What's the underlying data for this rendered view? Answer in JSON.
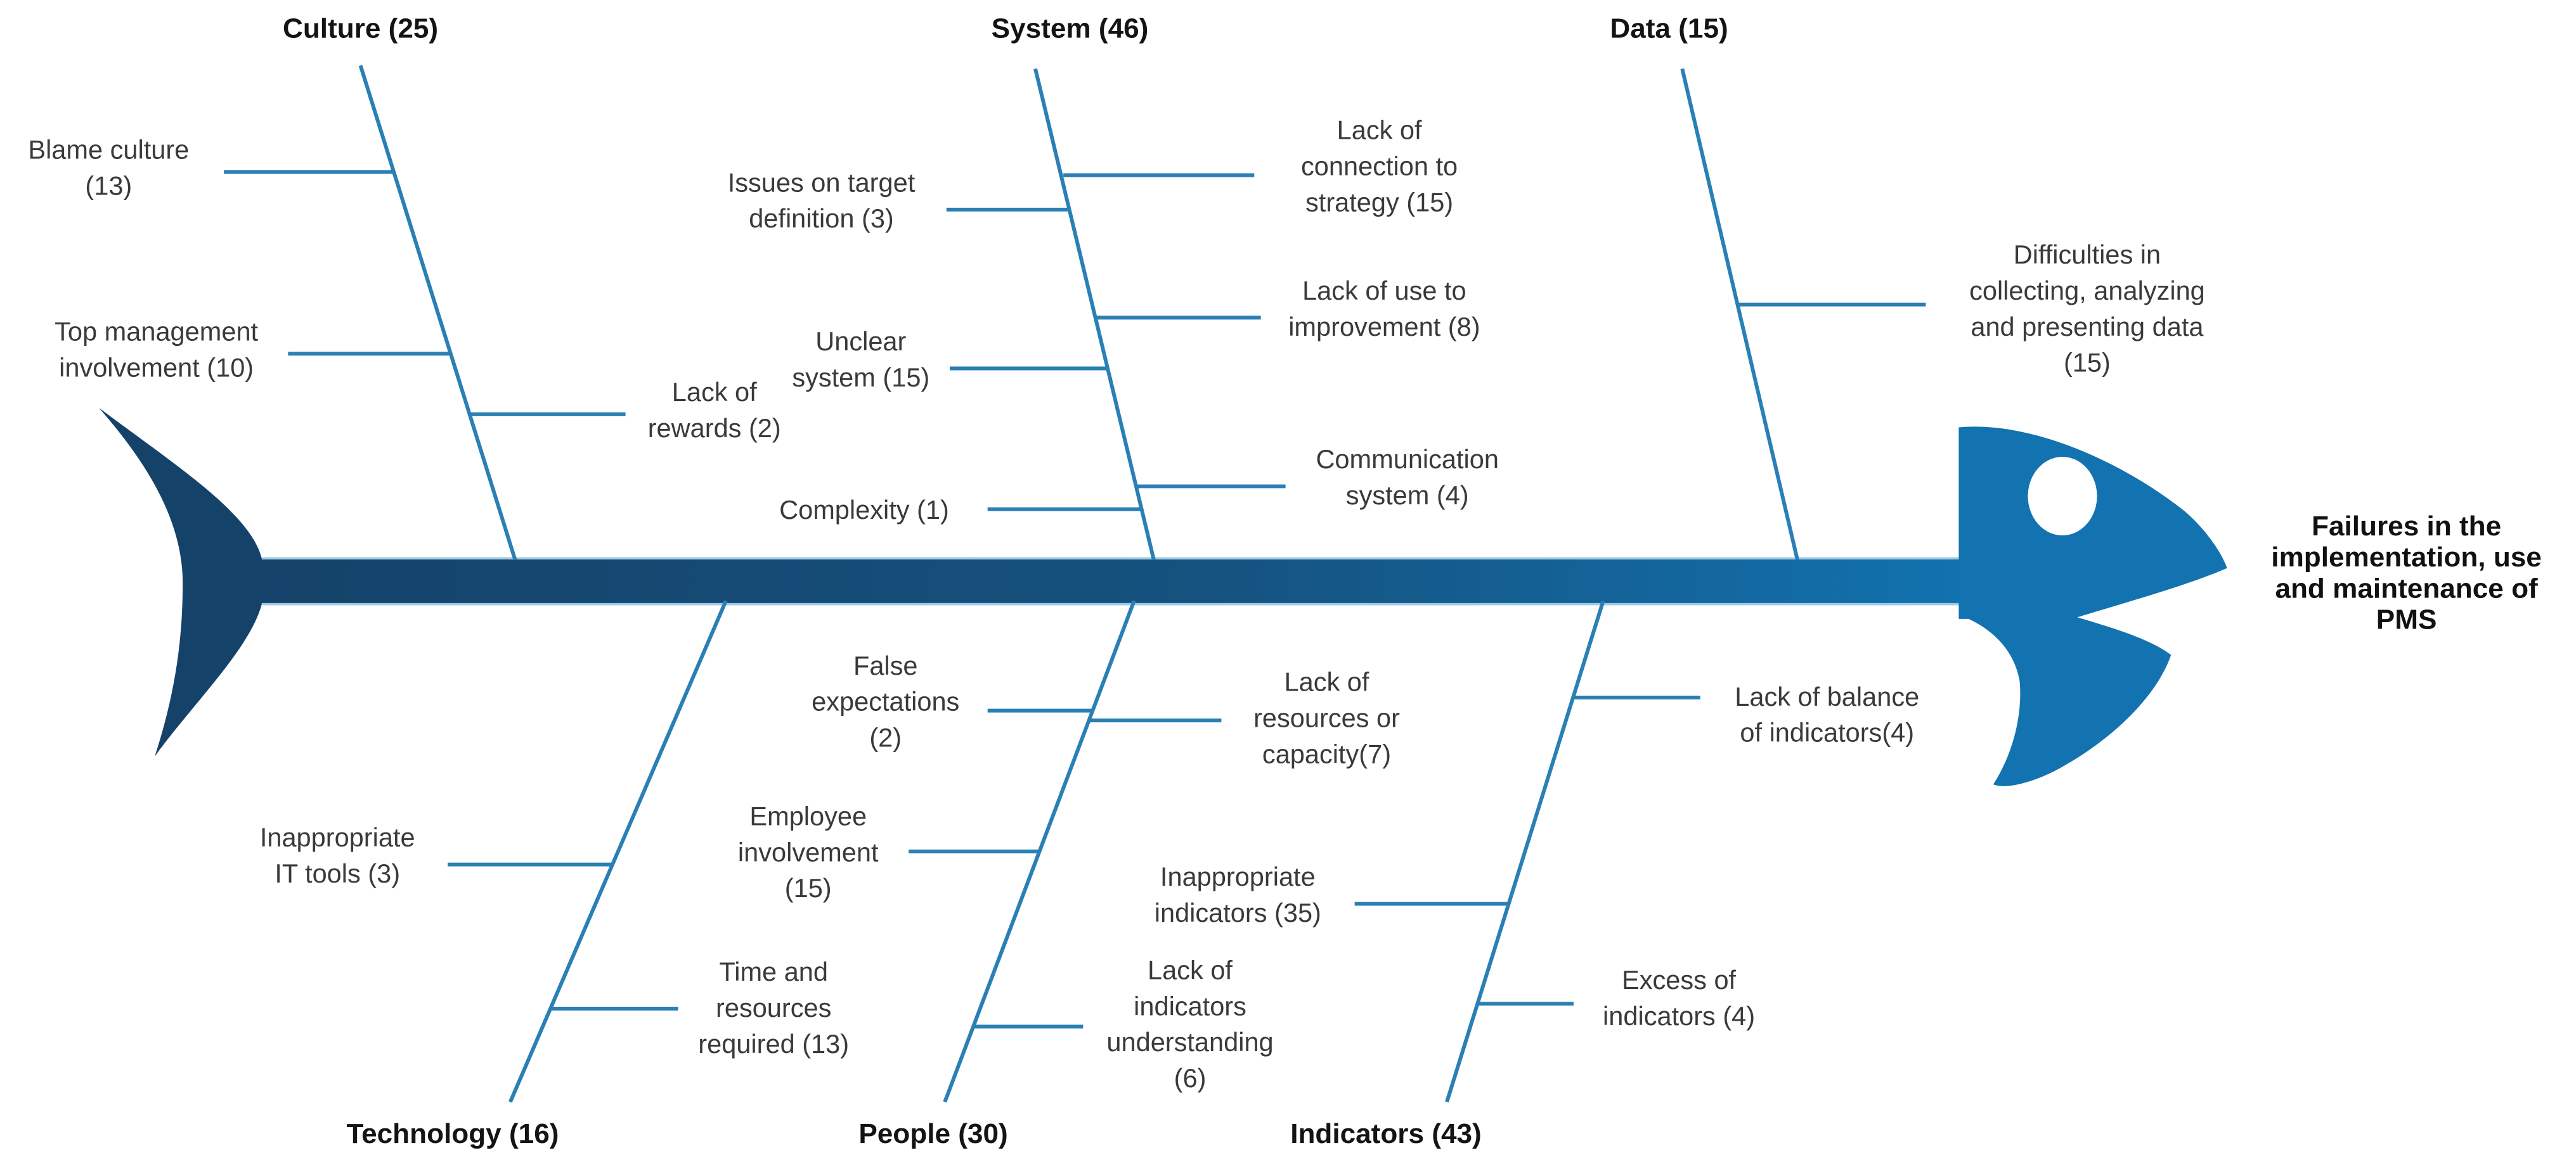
{
  "diagram": {
    "type": "fishbone",
    "effect": {
      "label": "Failures in the implementation, use and maintenance of PMS",
      "lines": [
        "Failures in the",
        "implementation, use",
        "and maintenance of",
        "PMS"
      ]
    },
    "colors": {
      "spine_dark": "#154269",
      "head_blue": "#1273b0",
      "branch_blue": "#2a7fb5",
      "spine_edge": "#9fcce4",
      "label_text": "#3a3a3a",
      "bold_text": "#141414",
      "background": "#ffffff"
    },
    "branches": [
      {
        "name": "Culture",
        "count": 25,
        "label": "Culture (25)",
        "side": "top",
        "causes": [
          {
            "label": "Blame culture (13)",
            "count": 13,
            "lines": [
              "Blame culture",
              "(13)"
            ]
          },
          {
            "label": "Top management involvement (10)",
            "count": 10,
            "lines": [
              "Top management",
              "involvement (10)"
            ]
          },
          {
            "label": "Lack of rewards (2)",
            "count": 2,
            "lines": [
              "Lack of",
              "rewards (2)"
            ]
          }
        ]
      },
      {
        "name": "System",
        "count": 46,
        "label": "System (46)",
        "side": "top",
        "causes": [
          {
            "label": "Issues on target definition (3)",
            "count": 3,
            "lines": [
              "Issues on target",
              "definition (3)"
            ]
          },
          {
            "label": "Unclear system (15)",
            "count": 15,
            "lines": [
              "Unclear",
              "system (15)"
            ]
          },
          {
            "label": "Complexity (1)",
            "count": 1,
            "lines": [
              "Complexity (1)"
            ]
          },
          {
            "label": "Lack of connection to strategy (15)",
            "count": 15,
            "lines": [
              "Lack of",
              "connection to",
              "strategy (15)"
            ]
          },
          {
            "label": "Lack of use to improvement (8)",
            "count": 8,
            "lines": [
              "Lack of use to",
              "improvement (8)"
            ]
          },
          {
            "label": "Communication system (4)",
            "count": 4,
            "lines": [
              "Communication",
              "system (4)"
            ]
          }
        ]
      },
      {
        "name": "Data",
        "count": 15,
        "label": "Data (15)",
        "side": "top",
        "causes": [
          {
            "label": "Difficulties in collecting, analyzing and presenting data (15)",
            "count": 15,
            "lines": [
              "Difficulties in",
              "collecting, analyzing",
              "and presenting data",
              "(15)"
            ]
          }
        ]
      },
      {
        "name": "Technology",
        "count": 16,
        "label": "Technology (16)",
        "side": "bottom",
        "causes": [
          {
            "label": "Inappropriate IT tools (3)",
            "count": 3,
            "lines": [
              "Inappropriate",
              "IT tools (3)"
            ]
          },
          {
            "label": "Time and resources required (13)",
            "count": 13,
            "lines": [
              "Time and",
              "resources",
              "required (13)"
            ]
          }
        ]
      },
      {
        "name": "People",
        "count": 30,
        "label": "People (30)",
        "side": "bottom",
        "causes": [
          {
            "label": "False expectations (2)",
            "count": 2,
            "lines": [
              "False",
              "expectations",
              "(2)"
            ]
          },
          {
            "label": "Employee involvement (15)",
            "count": 15,
            "lines": [
              "Employee",
              "involvement",
              "(15)"
            ]
          },
          {
            "label": "Lack of resources or capacity(7)",
            "count": 7,
            "lines": [
              "Lack of",
              "resources or",
              "capacity(7)"
            ]
          },
          {
            "label": "Lack of indicators understanding (6)",
            "count": 6,
            "lines": [
              "Lack of",
              "indicators",
              "understanding",
              "(6)"
            ]
          }
        ]
      },
      {
        "name": "Indicators",
        "count": 43,
        "label": "Indicators (43)",
        "side": "bottom",
        "causes": [
          {
            "label": "Inappropriate indicators (35)",
            "count": 35,
            "lines": [
              "Inappropriate",
              "indicators (35)"
            ]
          },
          {
            "label": "Excess of indicators (4)",
            "count": 4,
            "lines": [
              "Excess of",
              "indicators (4)"
            ]
          },
          {
            "label": "Lack of balance of indicators(4)",
            "count": 4,
            "lines": [
              "Lack of balance",
              "of indicators(4)"
            ]
          }
        ]
      }
    ]
  }
}
